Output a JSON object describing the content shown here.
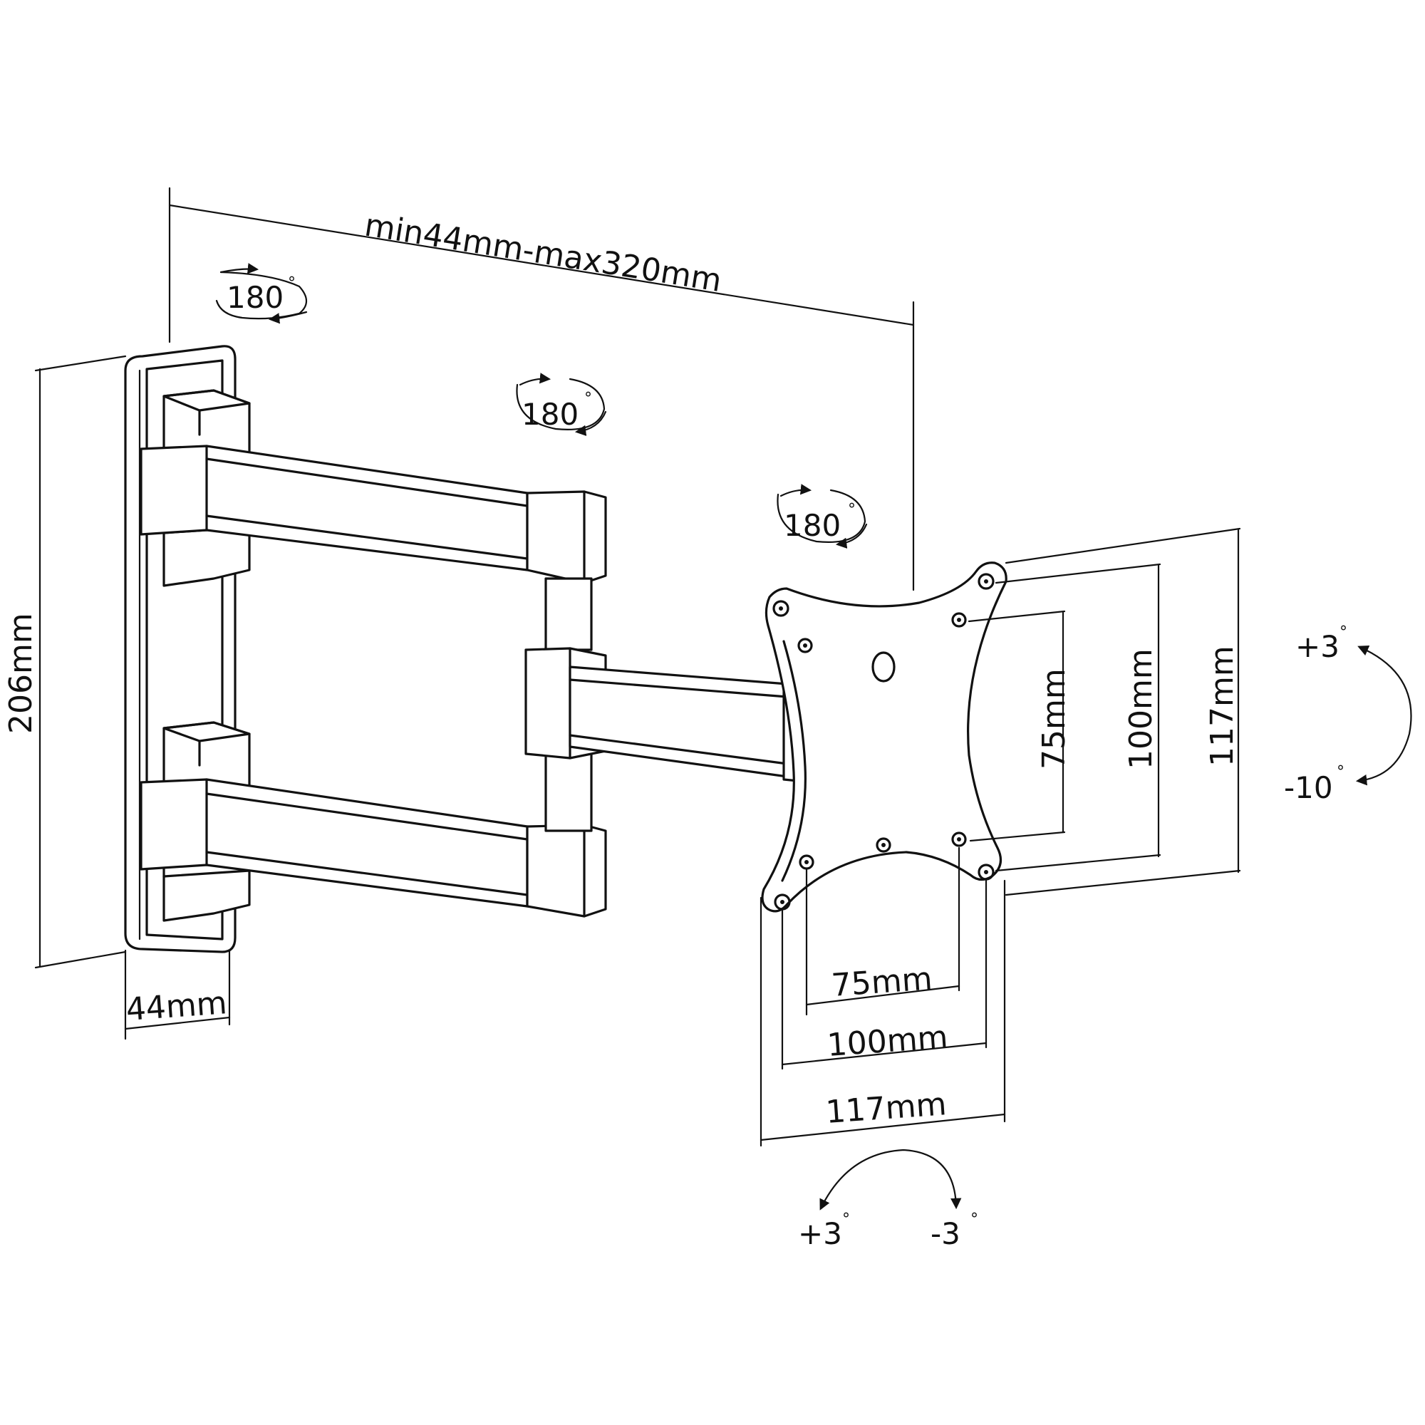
{
  "labels": {
    "arm_extension": "min44mm-max320mm",
    "height": "206mm",
    "depth": "44mm",
    "rot_wall": "180",
    "rot_middle": "180",
    "rot_head": "180",
    "v_75": "75mm",
    "v_100": "100mm",
    "v_117": "117mm",
    "h_75": "75mm",
    "h_100": "100mm",
    "h_117": "117mm",
    "tilt_up": "+3",
    "tilt_down": "-10",
    "swivel_left": "+3",
    "swivel_right": "-3",
    "degree_symbol": "°"
  }
}
